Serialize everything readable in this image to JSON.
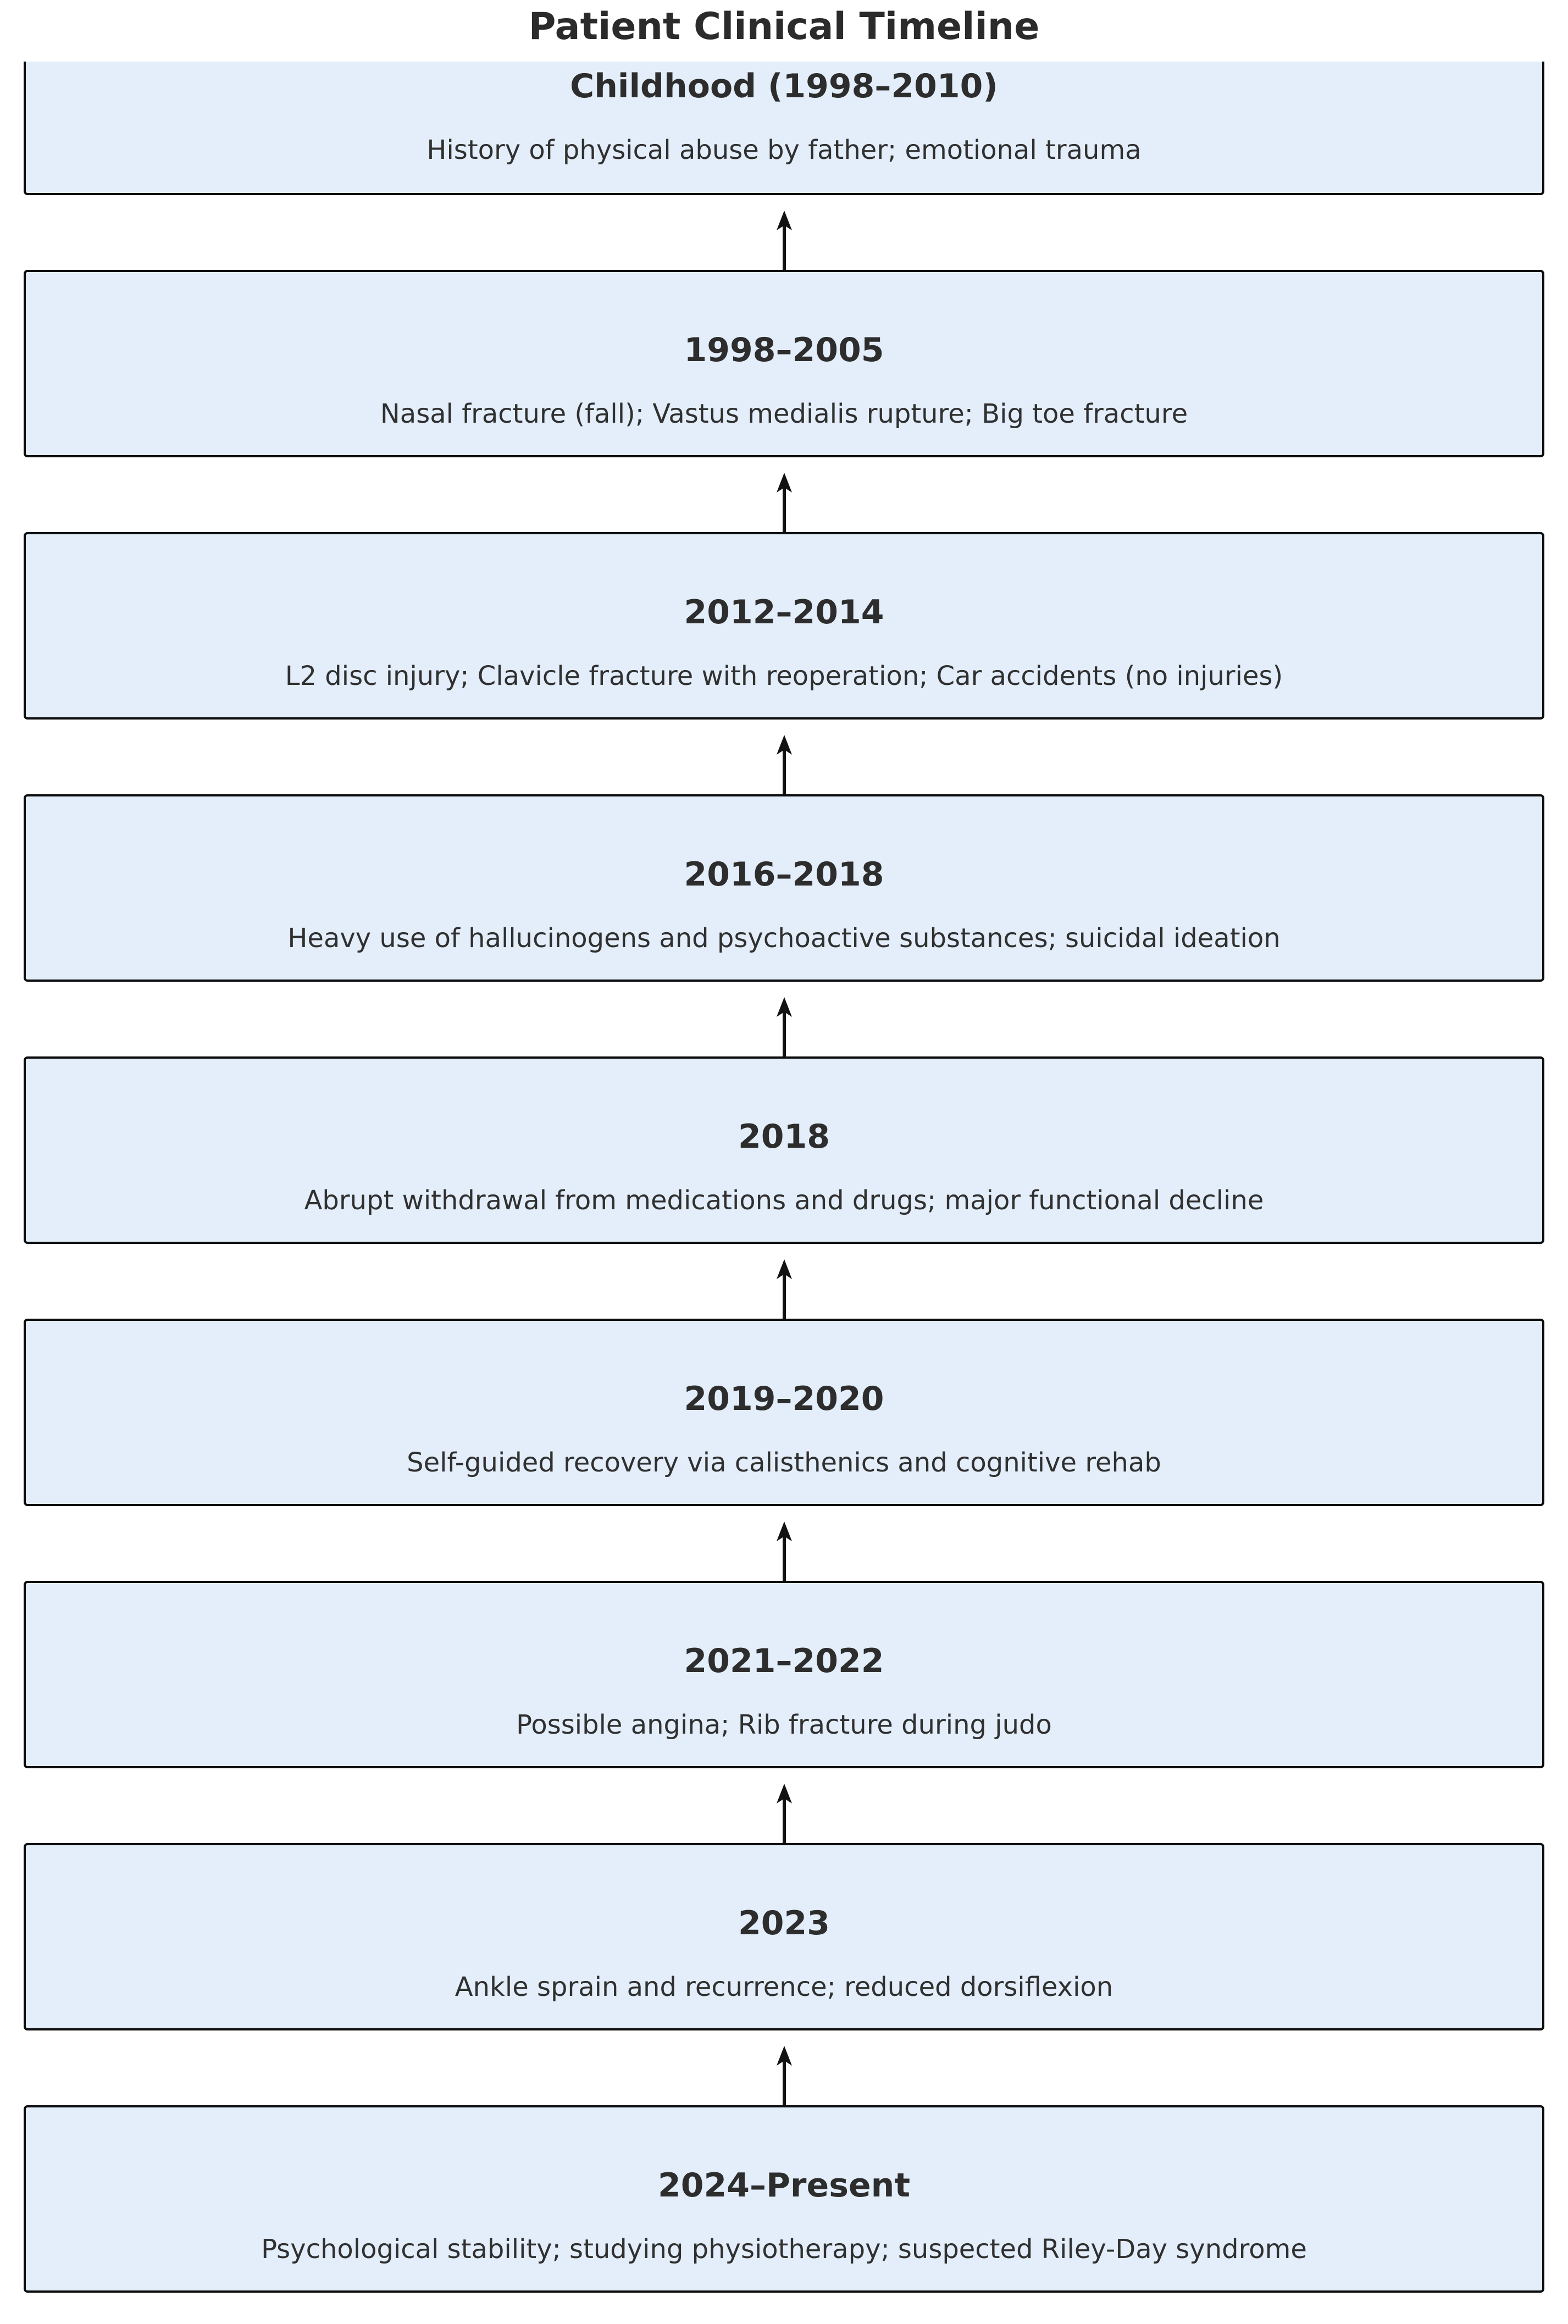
{
  "title": "Patient Clinical Timeline",
  "timeline": {
    "flow_direction": "up",
    "colors": {
      "box_fill": "#e3eefa",
      "box_border": "#0d0d0d",
      "arrow": "#131313",
      "text": "#2d2d2d"
    },
    "events": [
      {
        "period": "Childhood (1998–2010)",
        "description": "History of physical abuse by father; emotional trauma"
      },
      {
        "period": "1998–2005",
        "description": "Nasal fracture (fall); Vastus medialis rupture; Big toe fracture"
      },
      {
        "period": "2012–2014",
        "description": "L2 disc injury; Clavicle fracture with reoperation; Car accidents (no injuries)"
      },
      {
        "period": "2016–2018",
        "description": "Heavy use of hallucinogens and psychoactive substances; suicidal ideation"
      },
      {
        "period": "2018",
        "description": "Abrupt withdrawal from medications and drugs; major functional decline"
      },
      {
        "period": "2019–2020",
        "description": "Self-guided recovery via calisthenics and cognitive rehab"
      },
      {
        "period": "2021–2022",
        "description": "Possible angina; Rib fracture during judo"
      },
      {
        "period": "2023",
        "description": "Ankle sprain and recurrence; reduced dorsiflexion"
      },
      {
        "period": "2024–Present",
        "description": "Psychological stability; studying physiotherapy; suspected Riley-Day syndrome"
      }
    ]
  }
}
